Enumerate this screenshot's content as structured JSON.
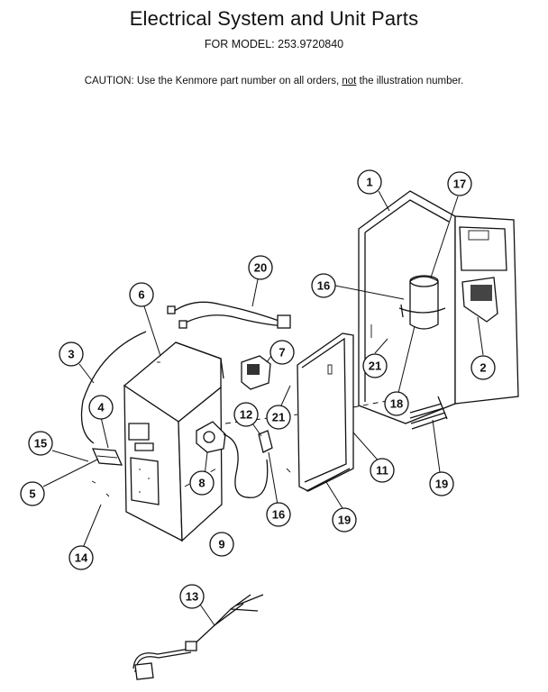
{
  "header": {
    "title": "Electrical System and Unit Parts",
    "model_line": "FOR MODEL:  253.9720840",
    "caution_prefix": "CAUTION:  Use the Kenmore part number on all orders, ",
    "caution_underlined": "not",
    "caution_suffix": " the illustration number."
  },
  "callouts": [
    "1",
    "2",
    "3",
    "4",
    "5",
    "6",
    "7",
    "8",
    "9",
    "11",
    "12",
    "13",
    "14",
    "15",
    "16",
    "16",
    "17",
    "18",
    "19",
    "19",
    "20",
    "21",
    "21"
  ]
}
